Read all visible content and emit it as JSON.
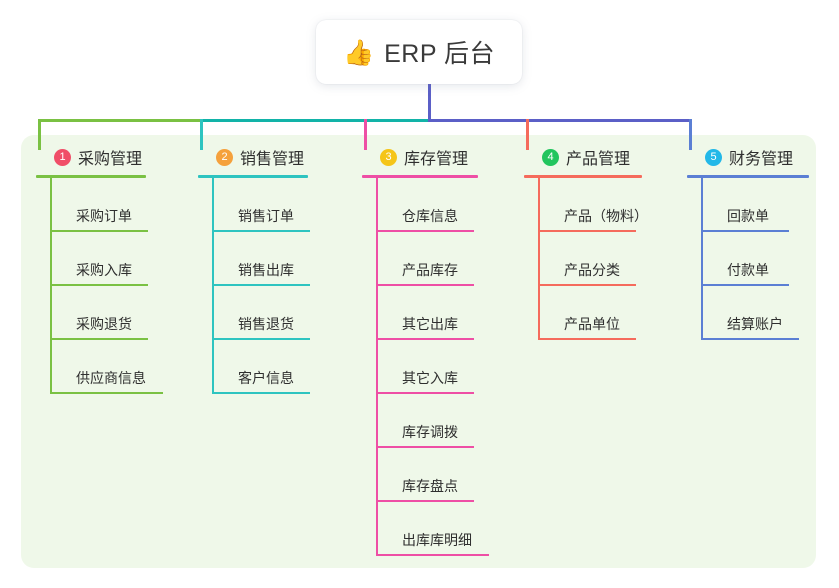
{
  "diagram": {
    "type": "org-chart",
    "background_color": "#ffffff",
    "panel_color": "#eff8e9",
    "root": {
      "icon": "thumbs-up-icon",
      "emoji": "👍",
      "title": "ERP 后台",
      "card_color": "#ffffff"
    },
    "connector": {
      "trunk_color": "#5b5fc7",
      "bus_left_color": "#7ac143",
      "bus_mid_color": "#12b3a8",
      "bus_right_color": "#5b5fc7"
    },
    "columns": [
      {
        "number": "1",
        "badge_color": "#f04e68",
        "line_color": "#7ac143",
        "title": "采购管理",
        "items": [
          "采购订单",
          "采购入库",
          "采购退货",
          "供应商信息"
        ]
      },
      {
        "number": "2",
        "badge_color": "#f5a13c",
        "line_color": "#2ec4c0",
        "title": "销售管理",
        "items": [
          "销售订单",
          "销售出库",
          "销售退货",
          "客户信息"
        ]
      },
      {
        "number": "3",
        "badge_color": "#f5c518",
        "line_color": "#ee4fa5",
        "title": "库存管理",
        "items": [
          "仓库信息",
          "产品库存",
          "其它出库",
          "其它入库",
          "库存调拨",
          "库存盘点",
          "出库库明细"
        ]
      },
      {
        "number": "4",
        "badge_color": "#22c55e",
        "line_color": "#f56b5c",
        "title": "产品管理",
        "items": [
          "产品（物料）",
          "产品分类",
          "产品单位"
        ]
      },
      {
        "number": "5",
        "badge_color": "#22b8e8",
        "line_color": "#5b7fd4",
        "title": "财务管理",
        "items": [
          "回款单",
          "付款单",
          "结算账户"
        ]
      }
    ]
  }
}
